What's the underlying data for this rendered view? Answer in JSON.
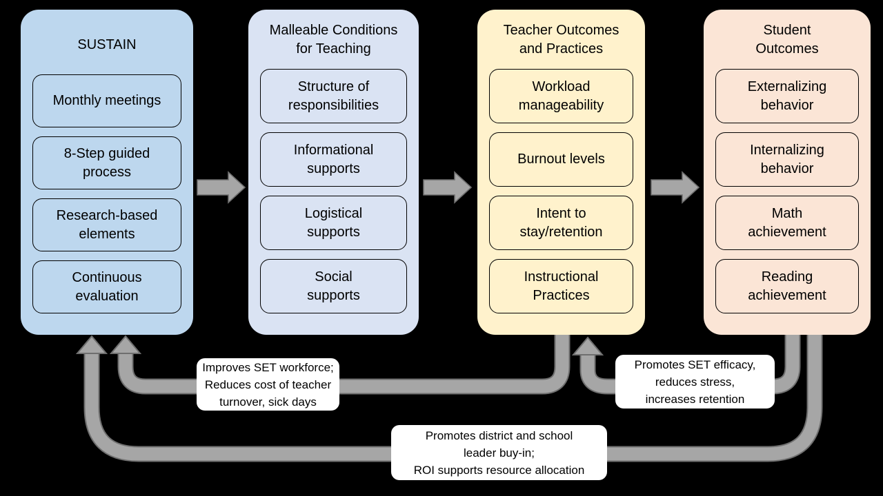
{
  "colors": {
    "background": "#000000",
    "connector_fill": "#A6A6A6",
    "connector_edge": "#6F6F6F",
    "label_background": "#FFFFFF",
    "text": "#000000"
  },
  "columns": [
    {
      "title_lines": [
        "SUSTAIN"
      ],
      "fill": "#BDD7EE",
      "items": [
        [
          "Monthly meetings"
        ],
        [
          "8-Step guided",
          "process"
        ],
        [
          "Research-based",
          "elements"
        ],
        [
          "Continuous",
          "evaluation"
        ]
      ]
    },
    {
      "title_lines": [
        "Malleable Conditions",
        "for Teaching"
      ],
      "fill": "#DAE3F3",
      "items": [
        [
          "Structure of",
          "responsibilities"
        ],
        [
          "Informational",
          "supports"
        ],
        [
          "Logistical",
          "supports"
        ],
        [
          "Social",
          "supports"
        ]
      ]
    },
    {
      "title_lines": [
        "Teacher Outcomes",
        "and Practices"
      ],
      "fill": "#FFF2CC",
      "items": [
        [
          "Workload",
          "manageability"
        ],
        [
          "Burnout levels"
        ],
        [
          "Intent to",
          "stay/retention"
        ],
        [
          "Instructional",
          "Practices"
        ]
      ]
    },
    {
      "title_lines": [
        "Student",
        "Outcomes"
      ],
      "fill": "#FBE5D6",
      "items": [
        [
          "Externalizing",
          "behavior"
        ],
        [
          "Internalizing",
          "behavior"
        ],
        [
          "Math",
          "achievement"
        ],
        [
          "Reading",
          "achievement"
        ]
      ]
    }
  ],
  "feedback_labels": [
    {
      "from": "teacher-outcomes",
      "to": "sustain",
      "lines": [
        "Improves SET workforce;",
        "Reduces cost of teacher",
        "turnover, sick days"
      ]
    },
    {
      "from": "student-outcomes",
      "to": "teacher-outcomes",
      "lines": [
        "Promotes SET efficacy,",
        "reduces stress,",
        "increases retention"
      ]
    },
    {
      "from": "student-outcomes",
      "to": "sustain",
      "lines": [
        "Promotes district and school",
        "leader buy-in;",
        "ROI supports resource allocation"
      ]
    }
  ]
}
